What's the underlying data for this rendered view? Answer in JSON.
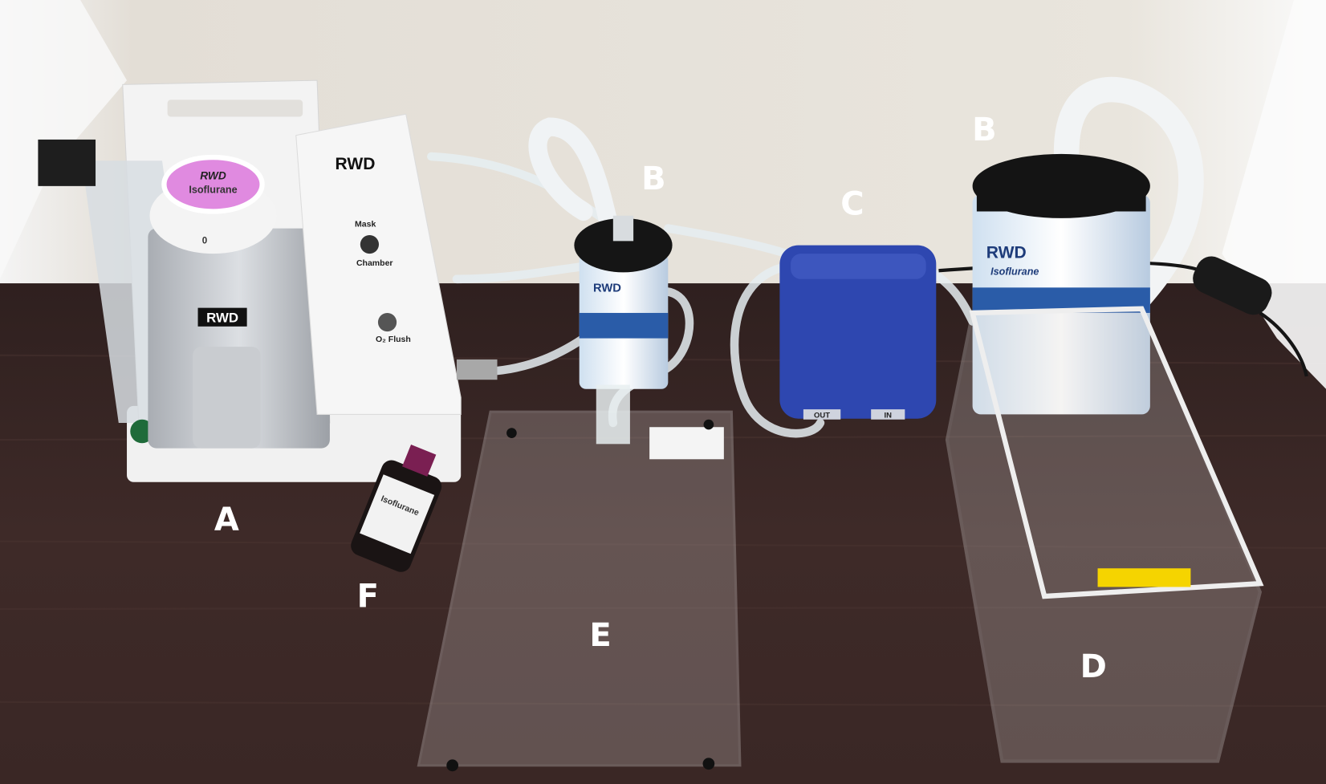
{
  "figure": {
    "labels": {
      "anesthesia_machine": "A",
      "filter_canister_small": "B",
      "filter_canister_large": "B",
      "air_pump": "C",
      "induction_chamber": "D",
      "plate": "E",
      "isoflurane_bottle": "F"
    },
    "device_text": {
      "brand": "RWD",
      "vaporizer_agent": "Isoflurane",
      "dial_zero": "0",
      "switch_top": "Mask",
      "switch_bottom": "Chamber",
      "flush_button": "O₂ Flush",
      "pump_out": "OUT",
      "pump_in": "IN",
      "canister_text": "Isoflurane",
      "bottle_text": "Isoflurane"
    },
    "colors": {
      "wall": "#e8e4dc",
      "desk": "#3b2826",
      "machine": "#f2f2f2",
      "vaporizer_dial": "#e08ae0",
      "pump": "#2e47b0",
      "canister_lid": "#151515",
      "label_text": "#ffffff"
    }
  }
}
